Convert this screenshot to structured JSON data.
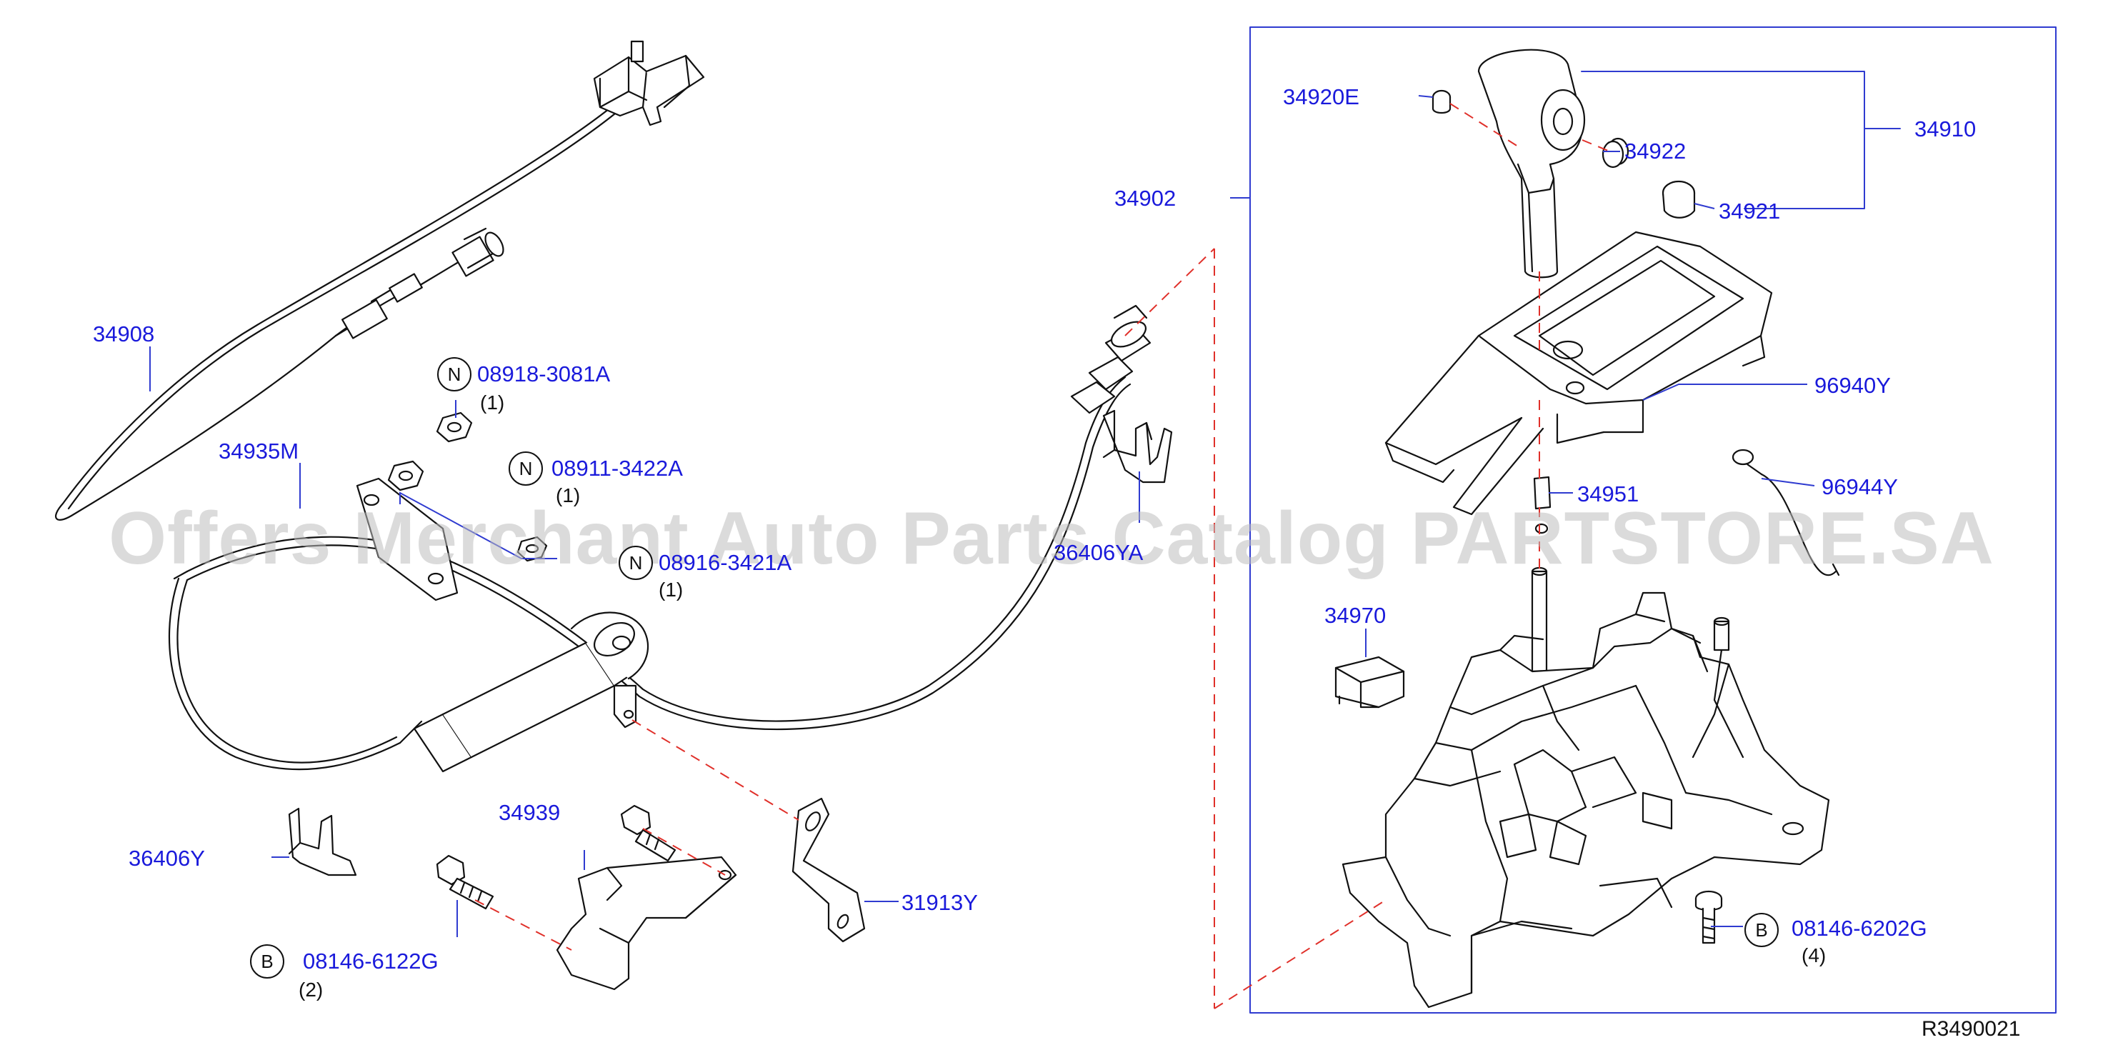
{
  "labels": {
    "p34908": "34908",
    "p34935M": "34935M",
    "p08918": "08918-3081A",
    "p08911": "08911-3422A",
    "p08916": "08916-3421A",
    "p36406YA": "36406YA",
    "p36406Y": "36406Y",
    "p34939": "34939",
    "p31913Y": "31913Y",
    "p08146_6122G": "08146-6122G",
    "p34902": "34902",
    "p34920E": "34920E",
    "p34922": "34922",
    "p34921": "34921",
    "p34910": "34910",
    "p96940Y": "96940Y",
    "p34951": "34951",
    "p96944Y": "96944Y",
    "p34970": "34970",
    "p08146_6202G": "08146-6202G"
  },
  "quantities": {
    "q08918": "(1)",
    "q08911": "(1)",
    "q08916": "(1)",
    "q08146_6122G": "(2)",
    "q08146_6202G": "(4)"
  },
  "badges": {
    "n1": "N",
    "n2": "N",
    "n3": "N",
    "b1": "B",
    "b2": "B"
  },
  "reference_code": "R3490021",
  "watermark": "Offers Merchant Auto Parts Catalog PARTSTORE.SA",
  "colors": {
    "label": "#1a1adb",
    "line": "#111111",
    "dash": "#e0302a",
    "callout": "#2f3bd0"
  }
}
